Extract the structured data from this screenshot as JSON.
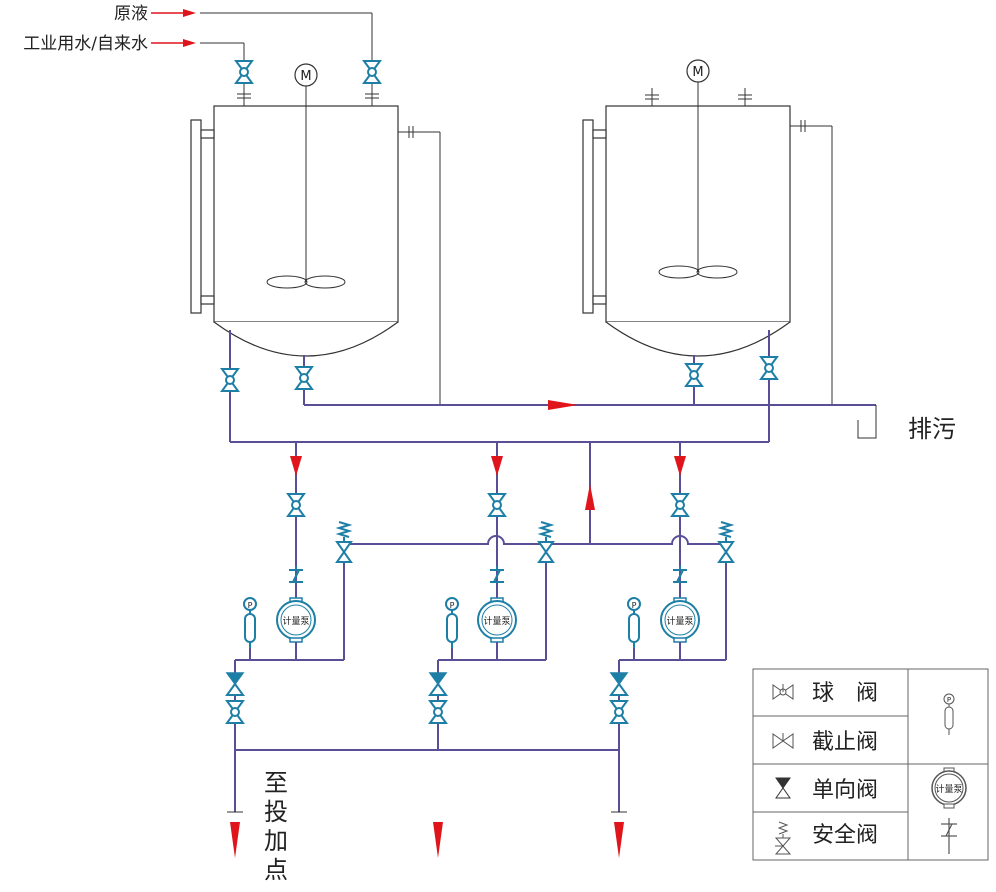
{
  "inlets": {
    "raw_liquid": "原液",
    "water": "工业用水/自来水"
  },
  "tank": {
    "motor_symbol": "M"
  },
  "outlets": {
    "drain": "排污",
    "dosing": "至投加点"
  },
  "pump": {
    "label": "计量泵",
    "gauge_symbol": "P"
  },
  "legend": {
    "ball_valve": "球　阀",
    "globe_valve": "截止阀",
    "check_valve": "单向阀",
    "safety_valve": "安全阀",
    "pump_label": "计量泵",
    "gauge_symbol": "P"
  },
  "colors": {
    "pipe": "#5a4f96",
    "valve": "#1e7fa6",
    "flow_arrow": "#e0151b",
    "outline": "#333333"
  }
}
